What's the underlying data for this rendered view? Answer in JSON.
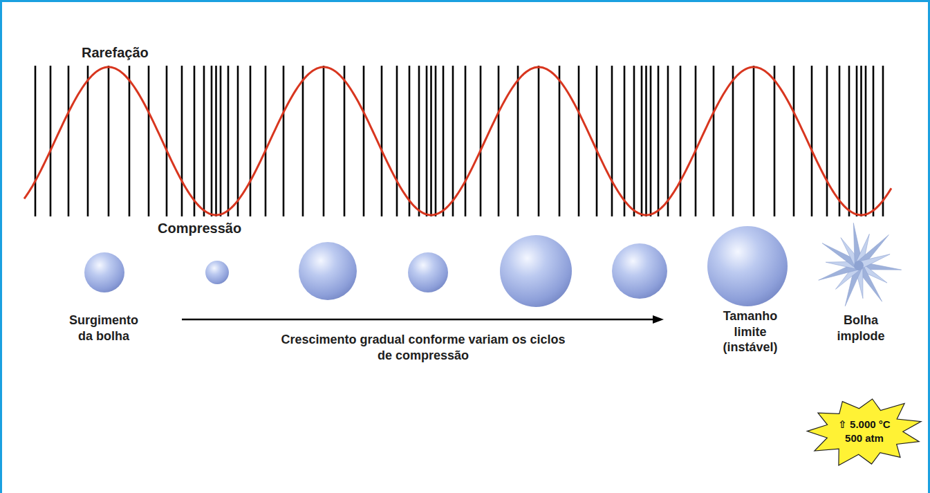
{
  "diagram": {
    "nodes": [
      {
        "text": [
          "⇧ 5.000 °C 500 atm"
        ]
      }
    ],
    "labels": [
      "Rarefação",
      "Compressão",
      "Surgimento da bolha",
      "Crescimento gradual conforme variam os ciclos de compressão",
      "Tamanho limite (instável)",
      "Bolha implode"
    ]
  }
}
